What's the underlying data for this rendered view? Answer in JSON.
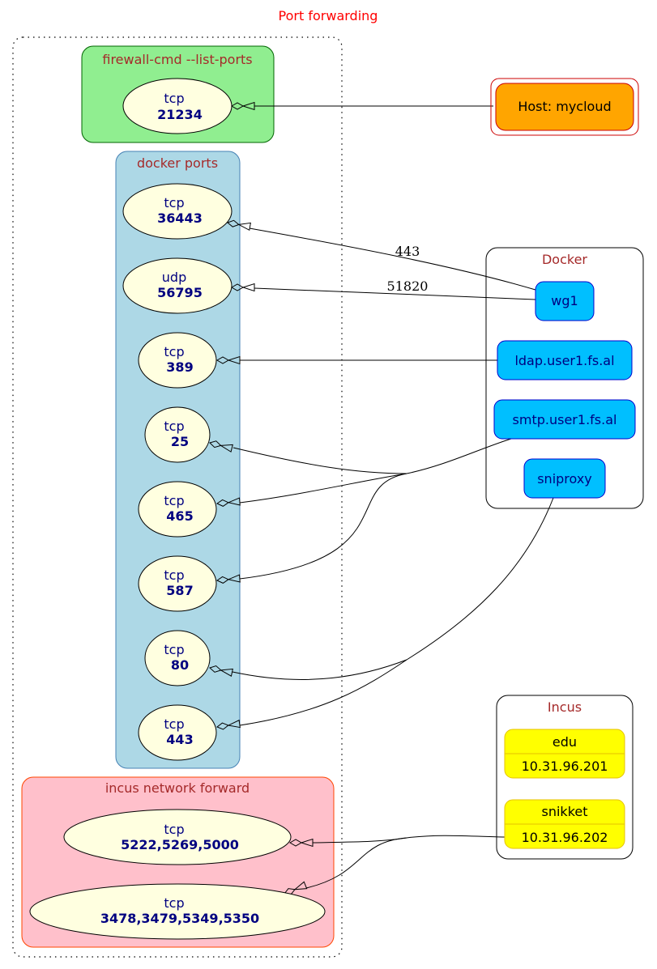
{
  "title": "Port forwarding",
  "clusters": {
    "firewall": {
      "label": "firewall-cmd --list-ports",
      "fill": "#90ee90",
      "stroke": "#006400"
    },
    "docker_ports": {
      "label": "docker ports",
      "fill": "#add8e6",
      "stroke": "#4682b4"
    },
    "incus_forward": {
      "label": "incus network forward",
      "fill": "#ffc0cb",
      "stroke": "#ff4500"
    },
    "docker": {
      "label": "Docker"
    },
    "incus": {
      "label": "Incus"
    },
    "cluster_label_color": "#a52a2a"
  },
  "ports": {
    "fw_tcp_21234": {
      "proto": "tcp",
      "port": "21234"
    },
    "tcp_36443": {
      "proto": "tcp",
      "port": "36443"
    },
    "udp_56795": {
      "proto": "udp",
      "port": "56795"
    },
    "tcp_389": {
      "proto": "tcp",
      "port": "389"
    },
    "tcp_25": {
      "proto": "tcp",
      "port": "25"
    },
    "tcp_465": {
      "proto": "tcp",
      "port": "465"
    },
    "tcp_587": {
      "proto": "tcp",
      "port": "587"
    },
    "tcp_80": {
      "proto": "tcp",
      "port": "80"
    },
    "tcp_443": {
      "proto": "tcp",
      "port": "443"
    },
    "incus_tcp_a": {
      "proto": "tcp",
      "port": "5222,5269,5000"
    },
    "incus_tcp_b": {
      "proto": "tcp",
      "port": "3478,3479,5349,5350"
    }
  },
  "port_style": {
    "fill": "#ffffe0",
    "text_color": "#000080"
  },
  "host": {
    "label": "Host: mycloud",
    "fill": "#ffa500",
    "stroke": "#cc0000"
  },
  "containers": {
    "wg1": "wg1",
    "ldap": "ldap.user1.fs.al",
    "smtp": "smtp.user1.fs.al",
    "sniproxy": "sniproxy",
    "fill": "#00bfff",
    "stroke": "#0000cd"
  },
  "incus_instances": {
    "edu": {
      "name": "edu",
      "ip": "10.31.96.201"
    },
    "snikket": {
      "name": "snikket",
      "ip": "10.31.96.202"
    },
    "fill": "#ffff00",
    "stroke": "#e6c200"
  },
  "edge_labels": {
    "wg1_tcp": "443",
    "wg1_udp": "51820"
  }
}
